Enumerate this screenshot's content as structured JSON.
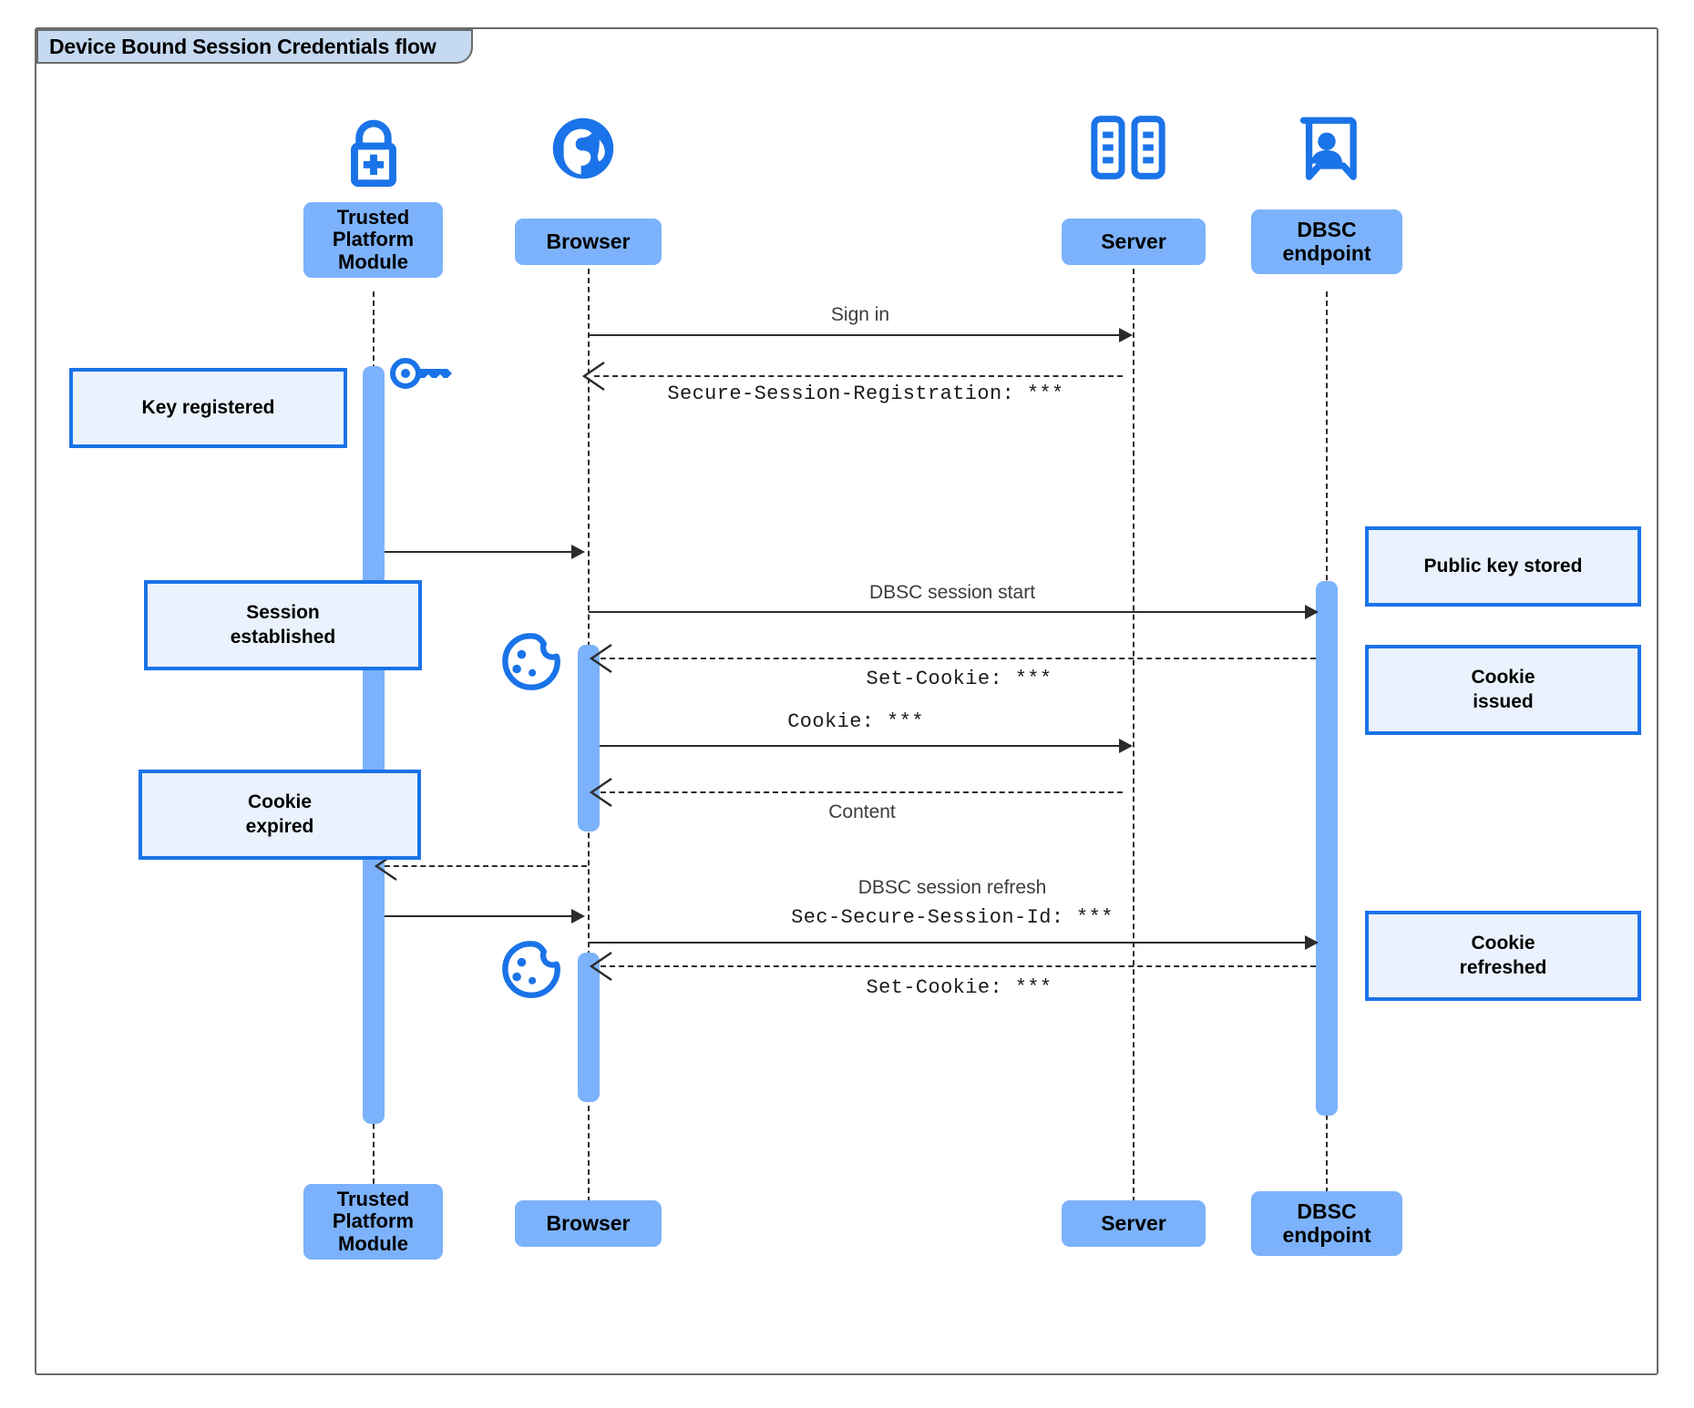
{
  "diagram": {
    "title": "Device Bound Session Credentials flow",
    "type": "uml-sequence-diagram",
    "colors": {
      "participant_fill": "#7cb2fb",
      "note_fill": "#eaf2fd",
      "note_border": "#1a73e8",
      "icon_blue": "#1a73e8",
      "frame_border": "#6b6b6b",
      "title_fill": "#c5d9f1",
      "line": "#2b2b2b"
    },
    "participants": [
      {
        "id": "tpm",
        "name": "Trusted Platform Module",
        "label": "Trusted\nPlatform\nModule",
        "icon": "padlock-plus-icon"
      },
      {
        "id": "browser",
        "name": "Browser",
        "label": "Browser",
        "icon": "globe-icon"
      },
      {
        "id": "server",
        "name": "Server",
        "label": "Server",
        "icon": "server-rack-icon"
      },
      {
        "id": "dbsc",
        "name": "DBSC endpoint",
        "label": "DBSC\nendpoint",
        "icon": "id-badge-icon"
      }
    ],
    "messages": [
      {
        "n": 1,
        "from": "browser",
        "to": "server",
        "label": "Sign in",
        "style": "solid",
        "font": "sans"
      },
      {
        "n": 2,
        "from": "server",
        "to": "browser",
        "label": "Secure-Session-Registration: ***",
        "style": "dashed",
        "font": "mono"
      },
      {
        "n": 3,
        "from": "tpm",
        "to": "browser",
        "label": "",
        "style": "solid",
        "font": "sans"
      },
      {
        "n": 4,
        "from": "browser",
        "to": "dbsc",
        "label": "DBSC session start",
        "style": "solid",
        "font": "sans"
      },
      {
        "n": 5,
        "from": "dbsc",
        "to": "browser",
        "label": "Set-Cookie: ***",
        "style": "dashed",
        "font": "mono"
      },
      {
        "n": 6,
        "from": "browser",
        "to": "server",
        "label": "Cookie: ***",
        "style": "solid",
        "font": "mono"
      },
      {
        "n": 7,
        "from": "server",
        "to": "browser",
        "label": "Content",
        "style": "dashed",
        "font": "sans"
      },
      {
        "n": 8,
        "from": "browser",
        "to": "tpm",
        "label": "",
        "style": "dashed",
        "font": "sans"
      },
      {
        "n": 9,
        "from": "tpm",
        "to": "browser",
        "label": "",
        "style": "solid",
        "font": "sans"
      },
      {
        "n": 10,
        "from": "browser",
        "to": "dbsc",
        "label": "DBSC session refresh",
        "label2": "Sec-Secure-Session-Id: ***",
        "style": "solid",
        "font": "sans"
      },
      {
        "n": 11,
        "from": "dbsc",
        "to": "browser",
        "label": "Set-Cookie: ***",
        "style": "dashed",
        "font": "mono"
      }
    ],
    "notes": [
      {
        "id": "note-key-registered",
        "text": "Key registered",
        "anchor": "tpm",
        "side": "left",
        "icon": "key-icon"
      },
      {
        "id": "note-session-established",
        "text": "Session\nestablished",
        "anchor": "tpm",
        "side": "left"
      },
      {
        "id": "note-cookie-expired",
        "text": "Cookie\nexpired",
        "anchor": "tpm",
        "side": "left"
      },
      {
        "id": "note-public-key-stored",
        "text": "Public key stored",
        "anchor": "dbsc",
        "side": "right"
      },
      {
        "id": "note-cookie-issued",
        "text": "Cookie\nissued",
        "anchor": "dbsc",
        "side": "right"
      },
      {
        "id": "note-cookie-refreshed",
        "text": "Cookie\nrefreshed",
        "anchor": "dbsc",
        "side": "right"
      }
    ],
    "inline_icons": [
      {
        "id": "cookie-icon-1",
        "name": "cookie-icon",
        "near": "browser"
      },
      {
        "id": "cookie-icon-2",
        "name": "cookie-icon",
        "near": "browser"
      },
      {
        "id": "key-icon-1",
        "name": "key-icon",
        "near": "tpm"
      }
    ]
  }
}
